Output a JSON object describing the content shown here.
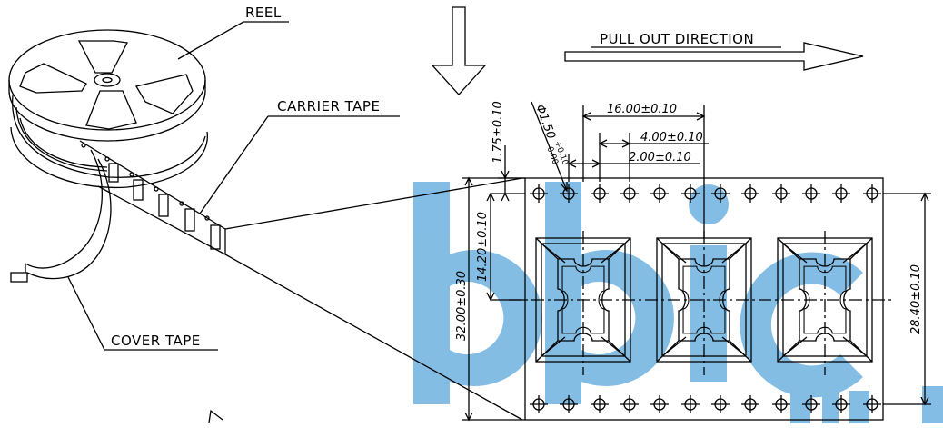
{
  "labels": {
    "reel": "REEL",
    "carrier_tape": "CARRIER TAPE",
    "cover_tape": "COVER TAPE",
    "pull_out_direction": "PULL OUT DIRECTION"
  },
  "dimensions": {
    "pitch": "16.00±0.10",
    "hole_pitch": "4.00±0.10",
    "hole_offset": "2.00±0.10",
    "hole_diameter_base": "Φ1.50",
    "hole_diameter_tol_plus": "+0.10",
    "hole_diameter_tol_minus": "-0.00",
    "edge_to_hole": "1.75±0.10",
    "hole_to_center": "14.20±0.10",
    "tape_width": "32.00±0.30",
    "pocket_span": "28.40±0.10"
  },
  "colors": {
    "line": "#000000",
    "watermark": "#5aa7dc"
  }
}
